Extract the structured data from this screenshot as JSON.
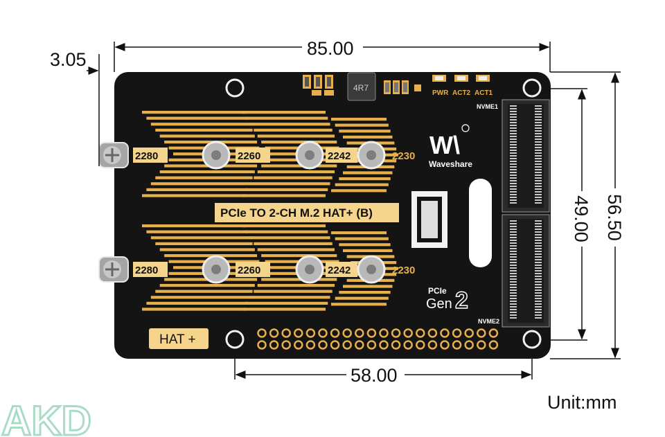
{
  "dimensions": {
    "top_width": "85.00",
    "left_offset": "3.05",
    "right_height_outer": "56.50",
    "right_height_inner": "49.00",
    "bottom_width": "58.00"
  },
  "unit_label": "Unit:mm",
  "board": {
    "title": "PCIe TO 2-CH M.2 HAT+ (B)",
    "size_labels": [
      "2280",
      "2260",
      "2242",
      "2230"
    ],
    "hat_label": "HAT +",
    "led_labels": [
      "PWR",
      "ACT2",
      "ACT1"
    ],
    "connector_labels": [
      "NVME1",
      "NVME2"
    ],
    "inductor_label": "4R7",
    "brand_name": "Waveshare",
    "brand_logo_text": "W\\",
    "pcie_label": "PCIe",
    "gen_label": "Gen",
    "gen_number": "2"
  },
  "watermark": "AKD",
  "colors": {
    "board": "#141414",
    "gold": "#e8b04a",
    "silk": "#ffffff",
    "dim_line": "#111111",
    "watermark": "#a9dcc6"
  }
}
